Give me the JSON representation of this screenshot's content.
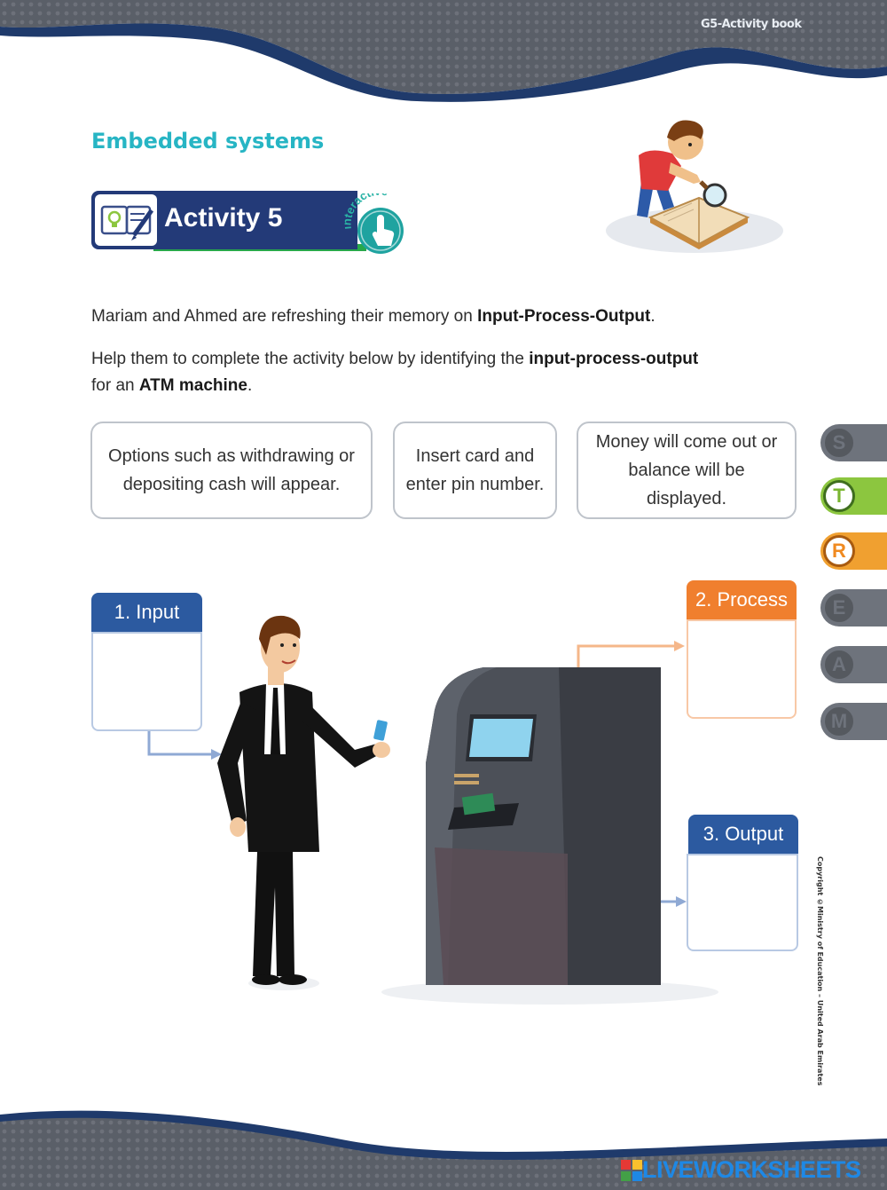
{
  "header": {
    "book_tag": "G5-Activity book"
  },
  "section_title": "Embedded systems",
  "activity": {
    "title": "Activity 5",
    "badge_text": "interactive"
  },
  "instructions": {
    "p1_text": "Mariam and Ahmed are refreshing their memory on ",
    "p1_bold": "Input-Process-Output",
    "p1_end": ".",
    "p2_text": "Help them to complete the activity below by identifying the ",
    "p2_bold": "input-process-output",
    "p2_text2": "for an ",
    "p2_bold2": "ATM machine",
    "p2_end": "."
  },
  "options": [
    "Options such as withdrawing or depositing cash will appear.",
    "Insert card and enter pin number.",
    "Money will come out or balance will be displayed."
  ],
  "stream_tabs": [
    "S",
    "T",
    "R",
    "E",
    "A",
    "M"
  ],
  "labels": {
    "input": "1. Input",
    "process": "2. Process",
    "output": "3. Output"
  },
  "copyright": "Copyright ©Ministry of Education – United Arab Emirates",
  "footer": {
    "brand": "LIVEWORKSHEETS"
  },
  "colors": {
    "title_teal": "#27b5c4",
    "banner_navy": "#233a78",
    "input_blue": "#2c5aa0",
    "process_orange": "#f07f2e",
    "output_blue": "#2c5aa0",
    "tab_t_green": "#8cc63f",
    "tab_r_orange": "#f0a030"
  }
}
